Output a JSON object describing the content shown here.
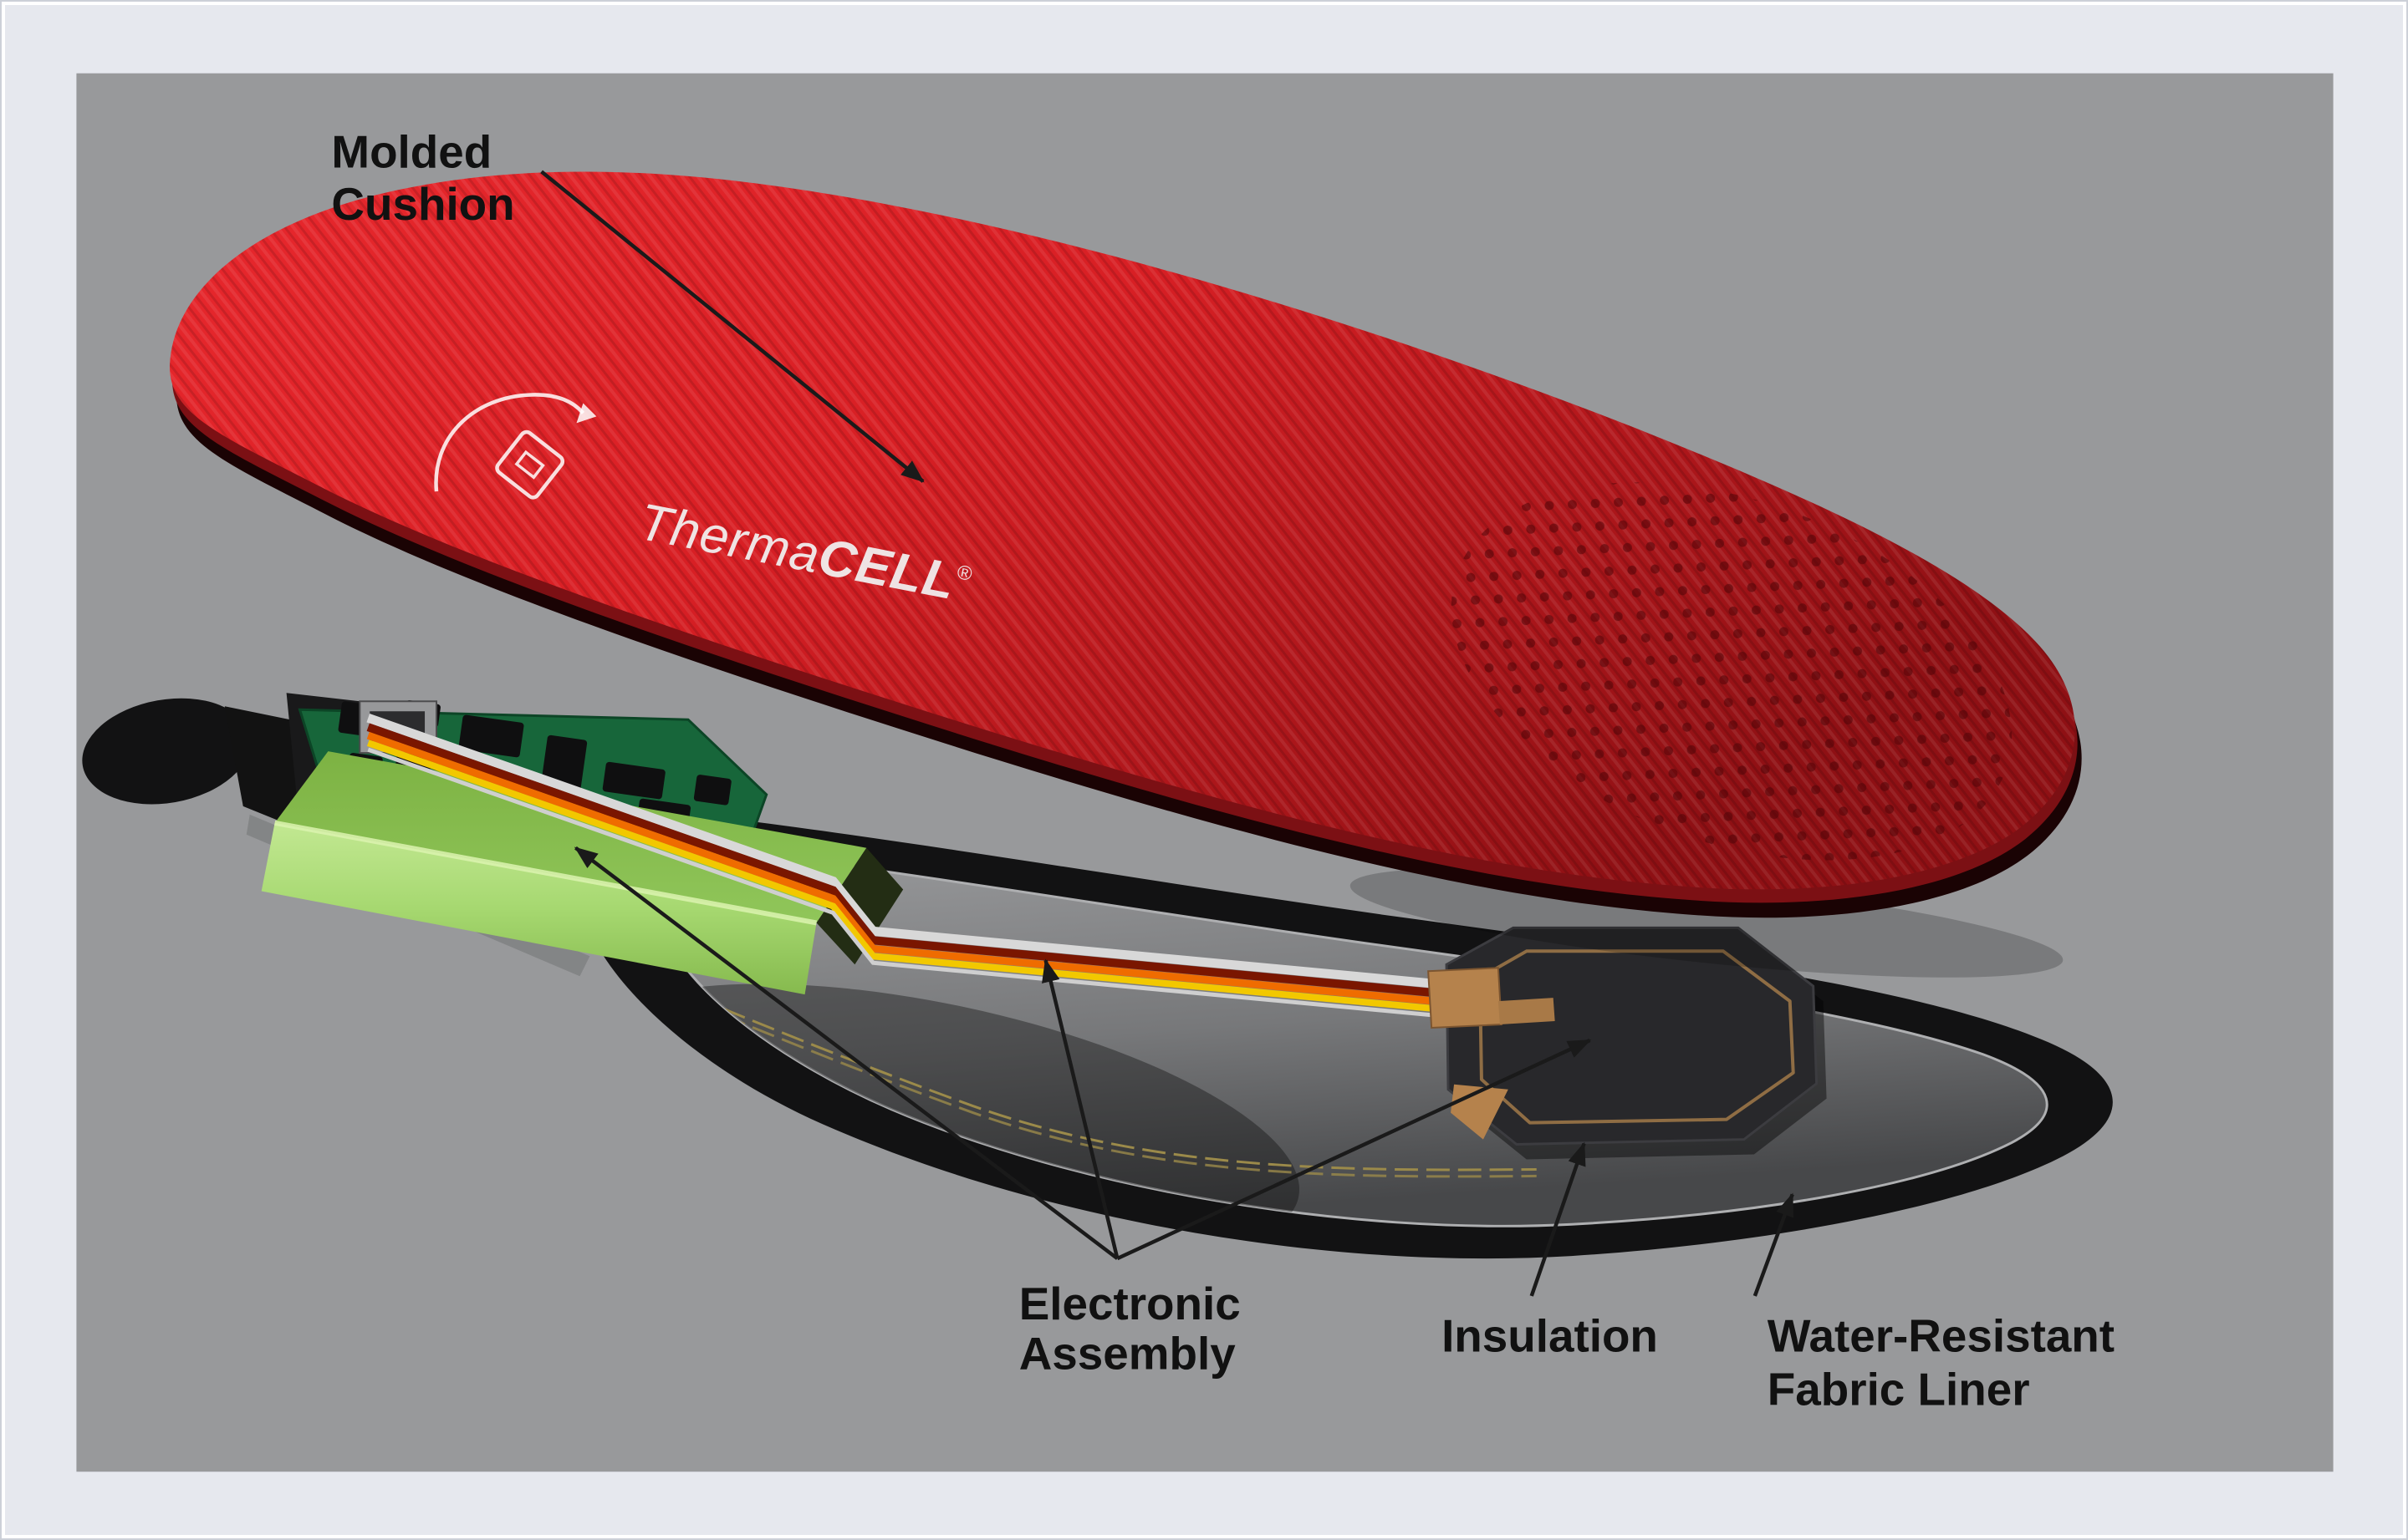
{
  "page": {
    "kind": "product-exploded-diagram",
    "outer_background": "#e6e8ee",
    "frame_border": "#ffffff",
    "stage_background": "#98999b"
  },
  "brand": {
    "logo_regular": "Therma",
    "logo_bold": "CELL",
    "registered_mark": "®"
  },
  "labels": {
    "molded_cushion": {
      "line1": "Molded",
      "line2": "Cushion"
    },
    "electronic_assembly": {
      "line1": "Electronic",
      "line2": "Assembly"
    },
    "insulation": {
      "line1": "Insulation"
    },
    "water_resistant_liner": {
      "line1": "Water-Resistant",
      "line2": "Fabric Liner"
    }
  },
  "colors": {
    "insole_red": "#d81f24",
    "insole_red_bright": "#e8282d",
    "insole_red_dark": "#8f1014",
    "insole_side_dark": "#1a0304",
    "liner_black": "#121213",
    "insulation_gray_light": "#9a9b9d",
    "insulation_gray_dark": "#47484a",
    "battery_green": "#90c65a",
    "battery_green_light": "#c2e892",
    "pcb_green": "#17663a",
    "heating_pad_dark": "#28282b",
    "copper": "#b5824c",
    "copper_trace": "#8f6d44",
    "wire_white": "#d8d8d8",
    "wire_dark_red": "#7a1600",
    "wire_orange": "#ef6c00",
    "wire_yellow": "#f2c800",
    "khaki_wire": "#9b8a4a",
    "label_text": "#111111",
    "arrow": "#1a1a1a",
    "logo_white": "#f2f2f2"
  },
  "icons": {
    "heel_rotate_icon": "curved-arrow-with-rotated-square",
    "callout_arrowhead_icon": "solid-triangle-arrowhead"
  }
}
